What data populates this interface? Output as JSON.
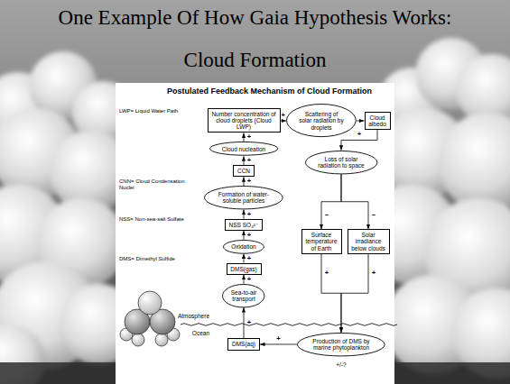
{
  "diagram": {
    "title": "One Example Of How Gaia Hypothesis Works:",
    "nodes": [
      {
        "text": [
          "Postulated Feedback Mechanism of Cloud Formation"
        ]
      },
      {
        "text": [
          "Number concentration of cloud droplets (Cloud LWP)"
        ],
        "in": 0
      },
      {
        "text": [
          "Scattering of solar radiation by droplets"
        ],
        "in": 0
      },
      {
        "text": [
          "Cloud albedo"
        ],
        "in": 0
      },
      {
        "text": [
          "Cloud nucleation"
        ],
        "in": 0
      },
      {
        "text": [
          "Loss of solar radiation to space"
        ],
        "in": 0
      },
      {
        "text": [
          "CCN"
        ],
        "in": 0
      },
      {
        "text": [
          "Formation of water-soluble particles"
        ],
        "in": 0
      },
      {
        "text": [
          "Surface temperature of Earth"
        ],
        "in": 0
      },
      {
        "text": [
          "Solar irradiance below clouds"
        ],
        "in": 0
      },
      {
        "text": [
          "NSS SO₄²⁻"
        ],
        "in": 0
      },
      {
        "text": [
          "Oxidation"
        ],
        "in": 0
      },
      {
        "text": [
          "DMS(gas)"
        ],
        "in": 0
      },
      {
        "text": [
          "Sea-to-air transport"
        ],
        "in": 0
      },
      {
        "text": [
          "DMS(aq)"
        ],
        "in": 0
      },
      {
        "text": [
          "Production of DMS by marine phytoplankton"
        ],
        "in": 0
      }
    ],
    "edges": [
      {
        "from": 14,
        "to": 13,
        "arrow": "to",
        "label": "+"
      },
      {
        "from": 13,
        "to": 12,
        "arrow": "to",
        "label": "+"
      },
      {
        "from": 12,
        "to": 11,
        "arrow": "to",
        "label": "+"
      },
      {
        "from": 11,
        "to": 10,
        "arrow": "to",
        "label": "+"
      },
      {
        "from": 10,
        "to": 7,
        "arrow": "to",
        "label": "+"
      },
      {
        "from": 7,
        "to": 6,
        "arrow": "to",
        "label": "+"
      },
      {
        "from": 6,
        "to": 4,
        "arrow": "to",
        "label": "+"
      },
      {
        "from": 4,
        "to": 1,
        "arrow": "to",
        "label": "+"
      },
      {
        "from": 1,
        "to": 2,
        "arrow": "to",
        "label": "+"
      },
      {
        "from": 2,
        "to": 3,
        "arrow": "to"
      },
      {
        "from": 3,
        "to": 5,
        "arrow": "to",
        "label": "+"
      },
      {
        "from": 5,
        "to": 8,
        "arrow": "to",
        "label": "−"
      },
      {
        "from": 5,
        "to": 9,
        "arrow": "to",
        "label": "−"
      },
      {
        "from": 8,
        "to": 15,
        "arrow": "to",
        "label": "+"
      },
      {
        "from": 9,
        "to": 15,
        "arrow": "to",
        "label": "+"
      },
      {
        "from": 15,
        "to": 14,
        "arrow": "to",
        "label": "+"
      }
    ],
    "labels": [
      "Cloud Formation",
      "LWP= Liquid Water Path",
      "CNN= Cloud Condensation Nuclei",
      "NSS= Non-sea-salt Sulfate",
      "DMS= Dimethyl Sulfide",
      "Atmosphere",
      "Ocean",
      "+/-?"
    ]
  }
}
